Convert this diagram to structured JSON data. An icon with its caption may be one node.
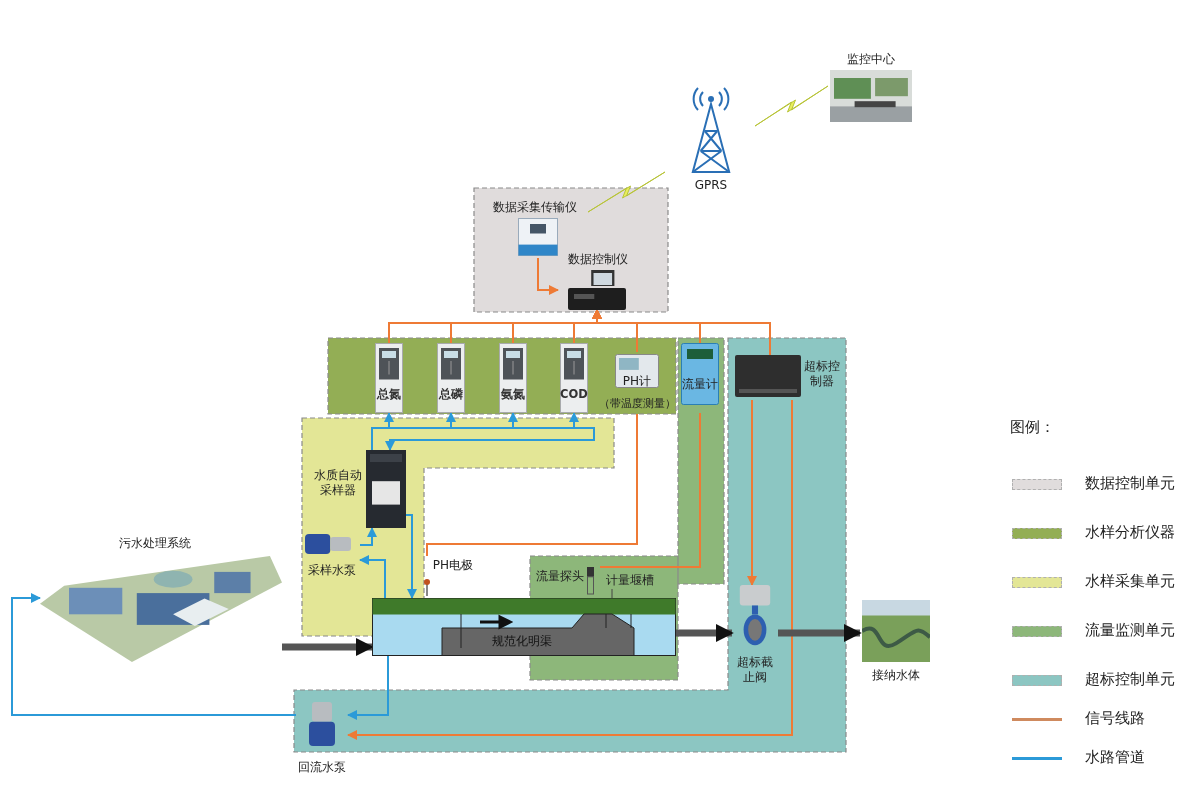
{
  "diagram": {
    "nodes": [
      {
        "text": [
          "监控中心"
        ]
      },
      {
        "text": [
          "GPRS"
        ]
      },
      {
        "text": [
          "数据采集传输仪"
        ]
      },
      {
        "text": [
          "数据控制仪"
        ]
      },
      {
        "text": [
          "总氮"
        ]
      },
      {
        "text": [
          "总磷"
        ]
      },
      {
        "text": [
          "氨氮"
        ]
      },
      {
        "text": [
          "COD"
        ]
      },
      {
        "text": [
          "PH计"
        ],
        "beside": [
          "（带温度测量）"
        ]
      },
      {
        "text": [
          "流量计"
        ]
      },
      {
        "text": [
          "超标控制器"
        ]
      },
      {
        "text": [
          "水质自动采样器"
        ]
      },
      {
        "text": [
          "采样水泵"
        ]
      },
      {
        "text": [
          "污水处理系统"
        ]
      },
      {
        "text": [
          "规范化明渠"
        ]
      },
      {
        "text": [
          "PH电极"
        ]
      },
      {
        "text": [
          "流量探头"
        ]
      },
      {
        "text": [
          "计量堰槽"
        ]
      },
      {
        "text": [
          "超标截止阀"
        ]
      },
      {
        "text": [
          "回流水泵"
        ]
      },
      {
        "text": [
          "接纳水体"
        ]
      }
    ],
    "edges": [
      {
        "from": 2,
        "to": 3,
        "arrow": "to"
      },
      {
        "from": 4,
        "to": 3,
        "arrow": "to"
      },
      {
        "from": 5,
        "to": 3,
        "arrow": "to"
      },
      {
        "from": 6,
        "to": 3,
        "arrow": "to"
      },
      {
        "from": 7,
        "to": 3,
        "arrow": "to"
      },
      {
        "from": 8,
        "to": 3,
        "arrow": "to"
      },
      {
        "from": 9,
        "to": 3,
        "arrow": "to"
      },
      {
        "from": 10,
        "to": 3,
        "arrow": "to"
      },
      {
        "from": 15,
        "to": 8,
        "arrow": "none"
      },
      {
        "from": 16,
        "to": 9,
        "arrow": "none"
      },
      {
        "from": 10,
        "to": 18,
        "arrow": "to"
      },
      {
        "from": 10,
        "to": 19,
        "arrow": "to"
      },
      {
        "from": 11,
        "to": 4,
        "arrow": "to",
        "color": "#2b9ad8"
      },
      {
        "from": 11,
        "to": 5,
        "arrow": "to",
        "color": "#2b9ad8"
      },
      {
        "from": 11,
        "to": 6,
        "arrow": "to",
        "color": "#2b9ad8"
      },
      {
        "from": 11,
        "to": 7,
        "arrow": "to",
        "color": "#2b9ad8"
      },
      {
        "from": 7,
        "to": 11,
        "arrow": "to",
        "color": "#2b9ad8"
      },
      {
        "from": 12,
        "to": 11,
        "arrow": "to",
        "color": "#2b9ad8"
      },
      {
        "from": 14,
        "to": 12,
        "arrow": "to",
        "color": "#2b9ad8"
      },
      {
        "from": 11,
        "to": 14,
        "arrow": "to",
        "color": "#2b9ad8"
      },
      {
        "from": 14,
        "to": 19,
        "arrow": "to",
        "color": "#2b9ad8"
      },
      {
        "from": 19,
        "to": 13,
        "arrow": "to",
        "color": "#2b9ad8"
      },
      {
        "from": 13,
        "to": 14,
        "arrow": "to",
        "style": "thick",
        "color": "#555555"
      },
      {
        "from": 14,
        "to": 18,
        "arrow": "to",
        "style": "thick",
        "color": "#555555"
      },
      {
        "from": 18,
        "to": 20,
        "arrow": "to",
        "style": "thick",
        "color": "#555555"
      },
      {
        "from": 17,
        "to": 14,
        "arrow": "none",
        "color": "#444444"
      }
    ],
    "labels": [
      "图例："
    ],
    "legend": [
      {
        "text": "数据控制单元",
        "color": "#e0dcdc"
      },
      {
        "text": "水样分析仪器",
        "color": "#93ae55"
      },
      {
        "text": "水样采集单元",
        "color": "#e3e696"
      },
      {
        "text": "流量监测单元",
        "color": "#8db77a"
      },
      {
        "text": "超标控制单元",
        "color": "#8cc6c2"
      },
      {
        "text": "信号线路"
      },
      {
        "text": "水路管道"
      }
    ]
  }
}
